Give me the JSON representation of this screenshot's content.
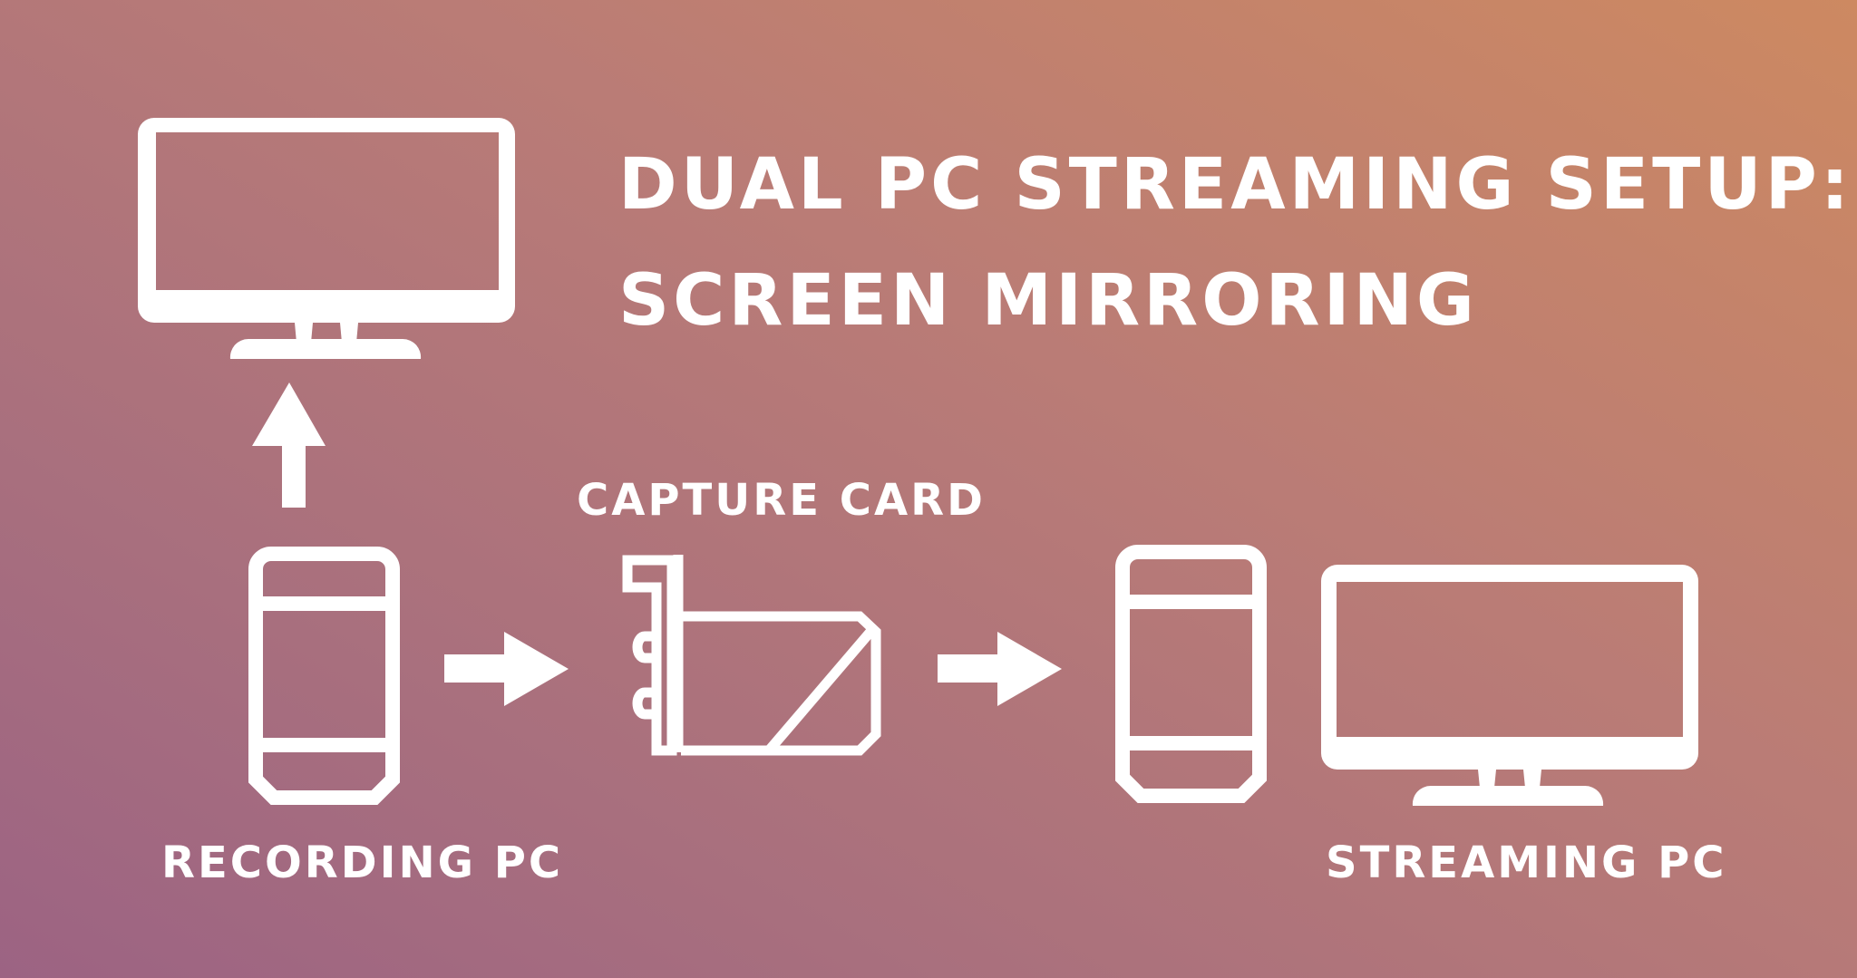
{
  "title": {
    "line1": "DUAL PC STREAMING SETUP:",
    "line2": "SCREEN MIRRORING"
  },
  "labels": {
    "capture_card": "CAPTURE CARD",
    "recording_pc": "RECORDING PC",
    "streaming_pc": "STREAMING PC"
  },
  "colors": {
    "foreground": "#ffffff",
    "gradient": [
      "#cd8961",
      "#ba7c76",
      "#a86f7e",
      "#9c6383"
    ]
  },
  "icons": [
    "monitor-icon",
    "tower-pc-icon",
    "capture-card-icon",
    "arrow-up-icon",
    "arrow-right-icon"
  ]
}
